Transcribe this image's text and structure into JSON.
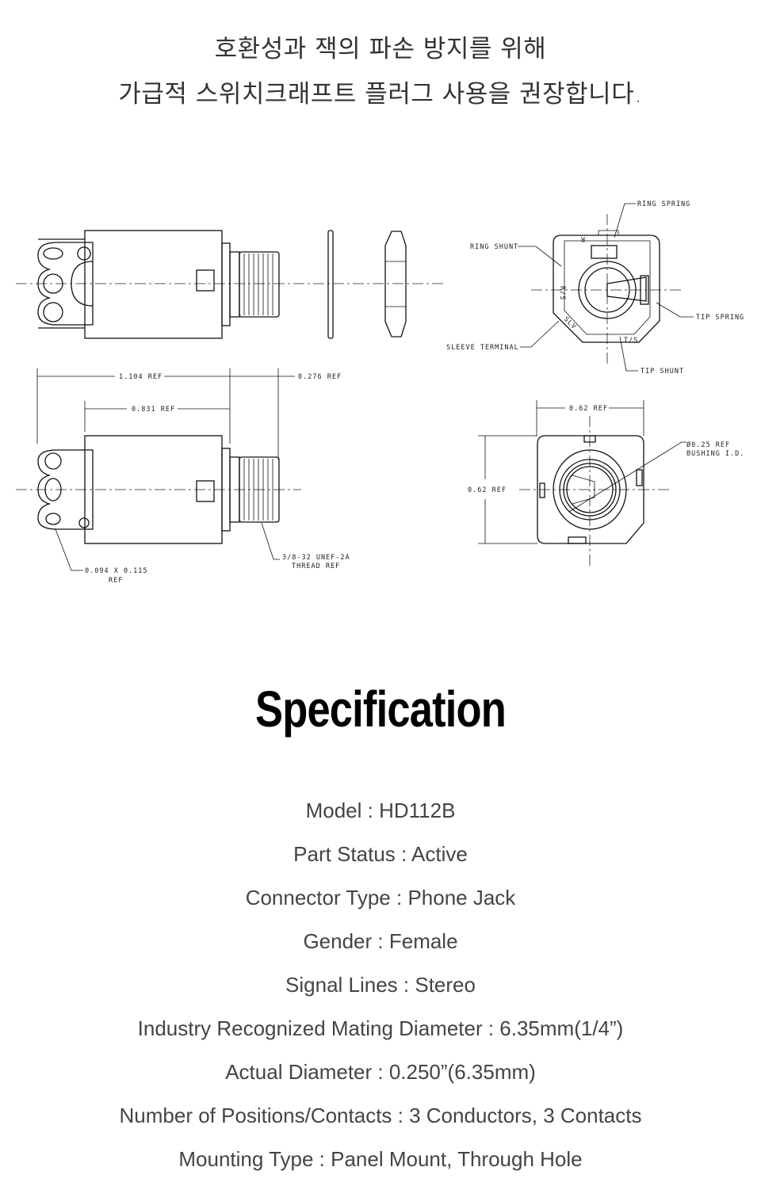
{
  "notice": {
    "line1": "호환성과 잭의 파손 방지를 위해",
    "line2": "가급적 스위치크래프트 플러그 사용을 권장합니다."
  },
  "drawing": {
    "labels": {
      "ring_spring": "RING SPRING",
      "ring_shunt": "RING SHUNT",
      "tip_spring": "TIP SPRING",
      "sleeve_terminal": "SLEEVE TERMINAL",
      "tip_shunt": "TIP SHUNT",
      "dim_1104": "1.104 REF",
      "dim_0276": "0.276 REF",
      "dim_0831": "0.831 REF",
      "dim_062_w": "0.62 REF",
      "dim_062_h": "0.62 REF",
      "bushing_1": "Ø0.25 REF",
      "bushing_2": "BUSHING I.D.",
      "thread_1": "3/8-32 UNEF-2A",
      "thread_2": "THREAD REF",
      "lug_1": "0.094 X 0.115",
      "lug_2": "REF",
      "mark_r": "R",
      "mark_rs": "R/S",
      "mark_slv": "SLV",
      "mark_ts": "T/S"
    }
  },
  "specification": {
    "title": "Specification",
    "items": [
      "Model : HD112B",
      "Part Status : Active",
      "Connector Type : Phone Jack",
      "Gender : Female",
      "Signal Lines : Stereo",
      "Industry Recognized Mating Diameter : 6.35mm(1/4”)",
      "Actual Diameter : 0.250”(6.35mm)",
      "Number of Positions/Contacts : 3 Conductors, 3 Contacts",
      "Mounting Type : Panel Mount, Through Hole"
    ]
  }
}
